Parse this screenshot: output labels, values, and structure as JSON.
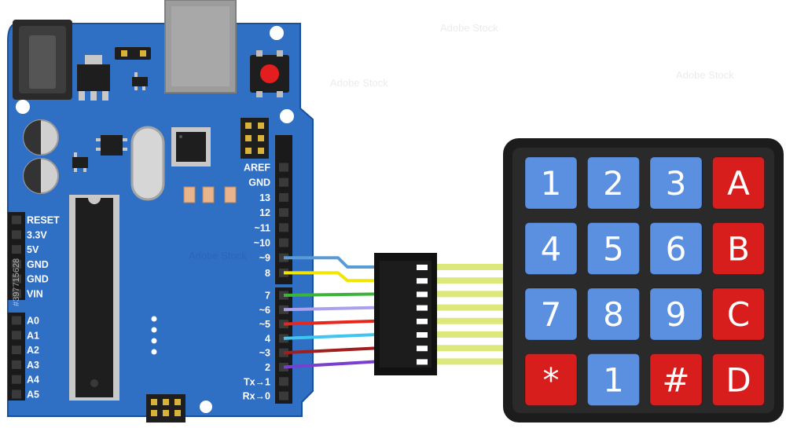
{
  "board": {
    "digital_header_labels": [
      "AREF",
      "GND",
      "13",
      "12",
      "~11",
      "~10",
      "~9",
      "8",
      "7",
      "~6",
      "~5",
      "4",
      "~3",
      "2",
      "Tx→1",
      "Rx→0"
    ],
    "power_header_labels": [
      "RESET",
      "3.3V",
      "5V",
      "GND",
      "GND",
      "VIN"
    ],
    "analog_header_labels": [
      "A0",
      "A1",
      "A2",
      "A3",
      "A4",
      "A5"
    ]
  },
  "wires": [
    {
      "pin": "~9",
      "color": "#5b9bd5"
    },
    {
      "pin": "8",
      "color": "#f2e600"
    },
    {
      "pin": "7",
      "color": "#3cb43c"
    },
    {
      "pin": "~6",
      "color": "#a9a0ee"
    },
    {
      "pin": "~5",
      "color": "#e8261e"
    },
    {
      "pin": "4",
      "color": "#3ec6f0"
    },
    {
      "pin": "~3",
      "color": "#a01e1e"
    },
    {
      "pin": "2",
      "color": "#7b3fd0"
    }
  ],
  "keypad": {
    "rows": [
      [
        {
          "label": "1",
          "color": "blue"
        },
        {
          "label": "2",
          "color": "blue"
        },
        {
          "label": "3",
          "color": "blue"
        },
        {
          "label": "A",
          "color": "red"
        }
      ],
      [
        {
          "label": "4",
          "color": "blue"
        },
        {
          "label": "5",
          "color": "blue"
        },
        {
          "label": "6",
          "color": "blue"
        },
        {
          "label": "B",
          "color": "red"
        }
      ],
      [
        {
          "label": "7",
          "color": "blue"
        },
        {
          "label": "8",
          "color": "blue"
        },
        {
          "label": "9",
          "color": "blue"
        },
        {
          "label": "C",
          "color": "red"
        }
      ],
      [
        {
          "label": "*",
          "color": "red"
        },
        {
          "label": "1",
          "color": "blue"
        },
        {
          "label": "#",
          "color": "red"
        },
        {
          "label": "D",
          "color": "red"
        }
      ]
    ],
    "key_colors": {
      "blue": "#5b8fe0",
      "red": "#d81d1d"
    },
    "ribbon_color": "#dde87a"
  },
  "colors": {
    "board": "#2f6fc4",
    "board_outline": "#1a4f9a",
    "header": "#1a1a1a",
    "reset_button": "#e41e1e",
    "keypad_body": "#1c1c1c"
  },
  "watermark": {
    "brand": "Adobe Stock",
    "id": "#397715628"
  }
}
